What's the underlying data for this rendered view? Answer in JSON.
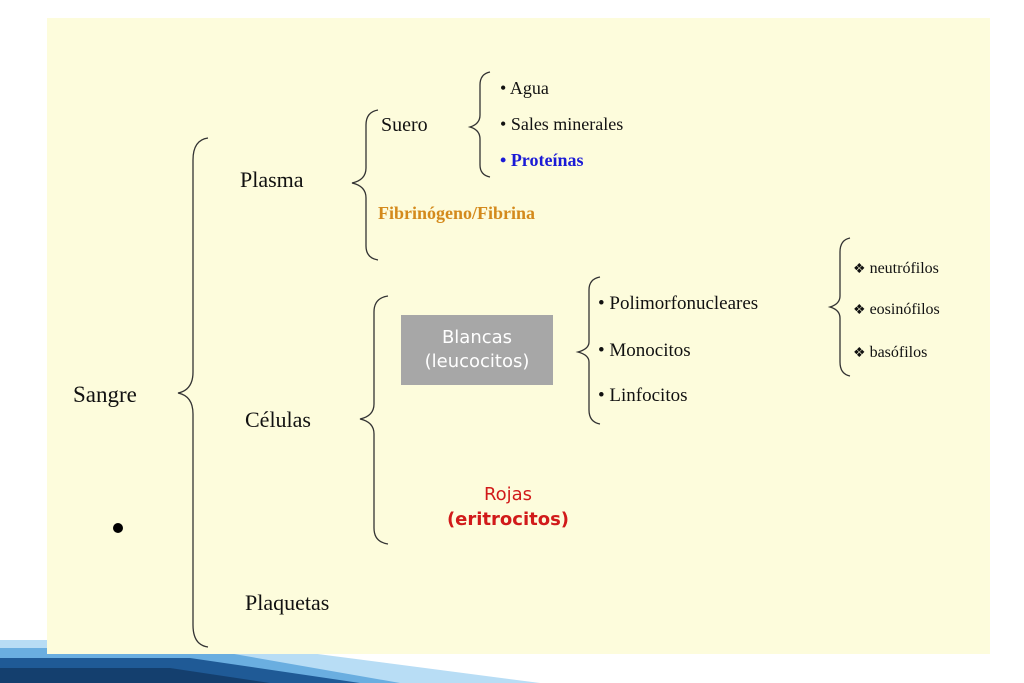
{
  "colors": {
    "panel_bg": "#fdfcdc",
    "stripe_dark": "#1f5a96",
    "stripe_light": "#8fc6ee",
    "proteins": "#1a1ad6",
    "fibrinogen": "#d48a1c",
    "rojas": "#d11a1a",
    "blancas_box": "#a7a7a7"
  },
  "root": {
    "label": "Sangre"
  },
  "plasma": {
    "label": "Plasma",
    "suero": {
      "label": "Suero",
      "items": [
        "Agua",
        "Sales minerales",
        "Proteínas"
      ]
    },
    "fibrinogeno": "Fibrinógeno/Fibrina"
  },
  "celulas": {
    "label": "Células",
    "blancas": {
      "line1": "Blancas",
      "line2": "(leucocitos)",
      "types": [
        "Polimorfonucleares",
        "Monocitos",
        "Linfocitos"
      ],
      "polimorfo_subtypes": [
        "neutrófilos",
        "eosinófilos",
        "basófilos"
      ]
    },
    "rojas": {
      "line1": "Rojas",
      "line2": "(eritrocitos)"
    }
  },
  "plaquetas": {
    "label": "Plaquetas"
  },
  "glyphs": {
    "bullet": "•",
    "diamond": "❖"
  }
}
